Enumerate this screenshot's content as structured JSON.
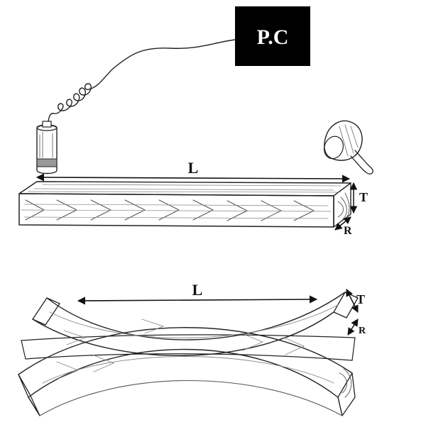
{
  "computer": {
    "label": "P.C",
    "box_color": "#000000",
    "text_color": "#ffffff"
  },
  "static_beam": {
    "length_label": "L",
    "thickness_label": "T",
    "width_label": "R"
  },
  "vibrating_beam": {
    "length_label": "L",
    "thickness_label": "T",
    "width_label": "R"
  },
  "icons": {
    "microphone": "microphone-icon",
    "hammer": "hammer-icon"
  }
}
